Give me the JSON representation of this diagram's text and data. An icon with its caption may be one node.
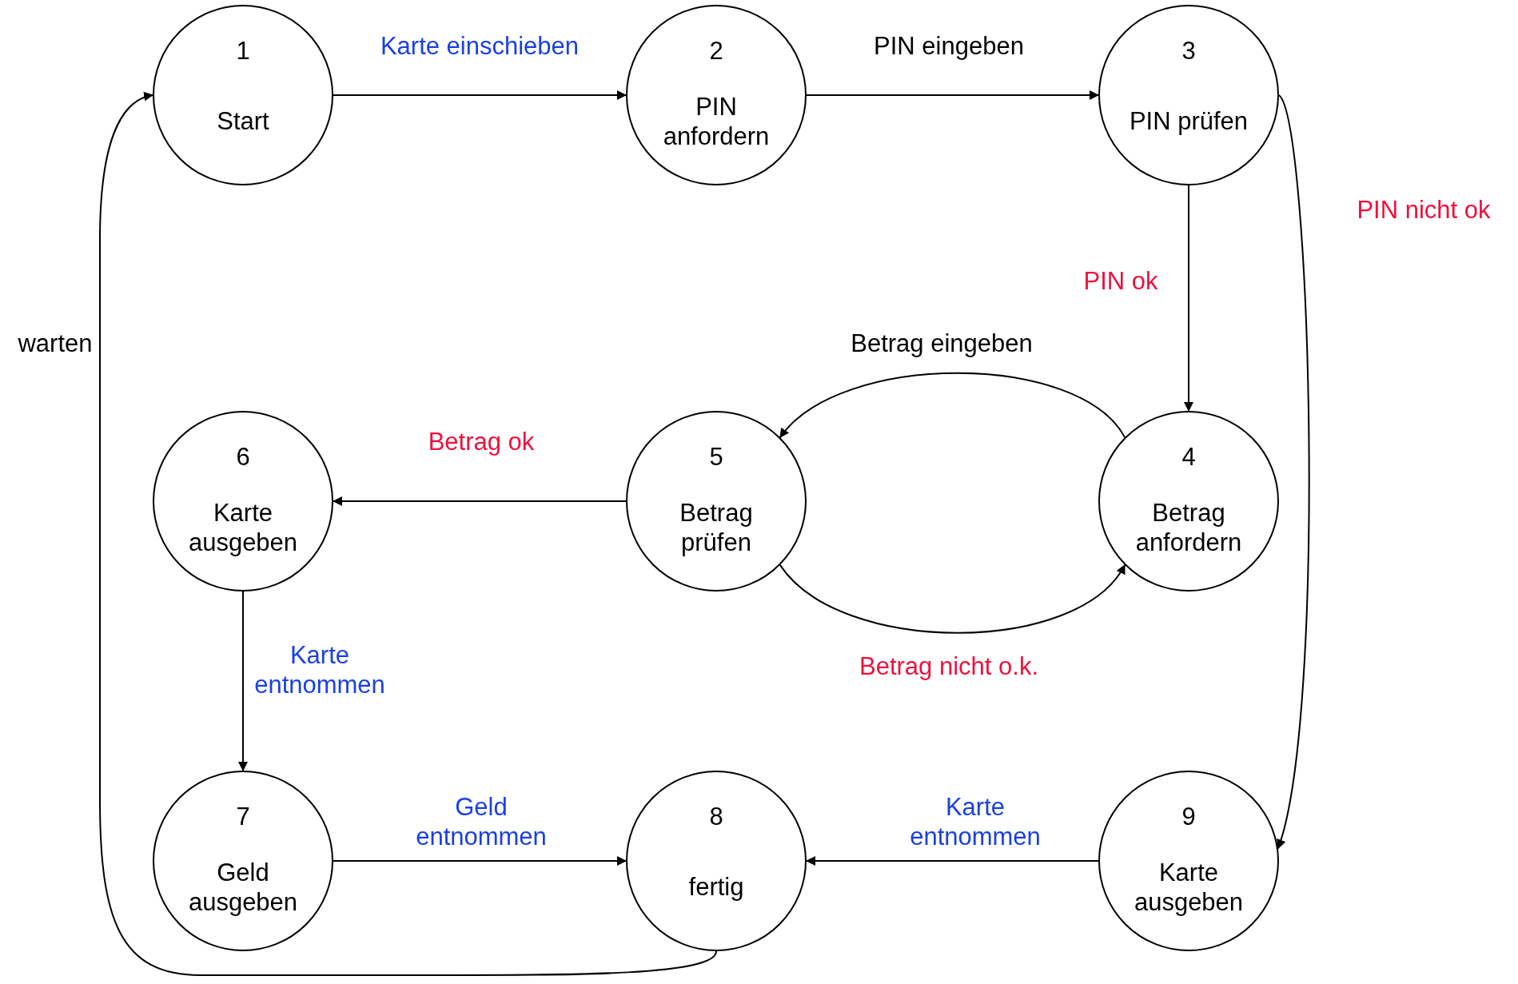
{
  "diagram": {
    "nodes": [
      {
        "text": [
          "1",
          "Start"
        ]
      },
      {
        "text": [
          "2",
          "PIN anfordern"
        ]
      },
      {
        "text": [
          "3",
          "PIN prüfen"
        ]
      },
      {
        "text": [
          "6",
          "Karte ausgeben"
        ]
      },
      {
        "text": [
          "5",
          "Betrag prüfen"
        ]
      },
      {
        "text": [
          "4",
          "Betrag anfordern"
        ]
      },
      {
        "text": [
          "7",
          "Geld ausgeben"
        ]
      },
      {
        "text": [
          "8",
          "fertig"
        ]
      },
      {
        "text": [
          "9",
          "Karte ausgeben"
        ]
      }
    ],
    "edges": [
      {
        "from": 0,
        "to": 1,
        "arrow": "to",
        "label": "Karte einschieben"
      },
      {
        "from": 1,
        "to": 2,
        "arrow": "to",
        "label": "PIN eingeben"
      },
      {
        "from": 2,
        "to": 8,
        "arrow": "to",
        "label": "PIN nicht ok"
      },
      {
        "from": 2,
        "to": 5,
        "arrow": "to",
        "label": "PIN ok"
      },
      {
        "from": 5,
        "to": 4,
        "arrow": "to",
        "label": "Betrag eingeben"
      },
      {
        "from": 4,
        "to": 5,
        "arrow": "to",
        "label": "Betrag nicht o.k."
      },
      {
        "from": 4,
        "to": 3,
        "arrow": "to",
        "label": "Betrag ok"
      },
      {
        "from": 3,
        "to": 6,
        "arrow": "to",
        "label": "Karte entnommen"
      },
      {
        "from": 6,
        "to": 7,
        "arrow": "to",
        "label": "Geld entnommen"
      },
      {
        "from": 8,
        "to": 7,
        "arrow": "to",
        "label": "Karte entnommen"
      },
      {
        "from": 7,
        "to": 0,
        "arrow": "to",
        "label": "warten"
      }
    ]
  }
}
